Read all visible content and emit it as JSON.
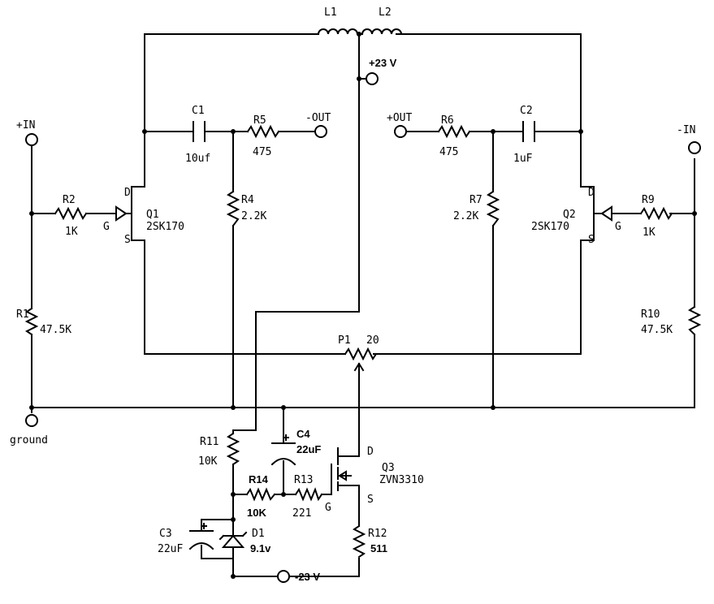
{
  "labels": {
    "in_plus": "+IN",
    "in_minus": "-IN",
    "ground": "ground",
    "out_minus": "-OUT",
    "out_plus": "+OUT",
    "vplus": "+23 V",
    "vminus": "-23 V",
    "L1": "L1",
    "L2": "L2",
    "C1": "C1",
    "C1_val": "10uf",
    "C2": "C2",
    "C2_val": "1uF",
    "R1": "R1",
    "R1_val": "47.5K",
    "R2": "R2",
    "R2_val": "1K",
    "R4": "R4",
    "R4_val": "2.2K",
    "R5": "R5",
    "R5_val": "475",
    "R6": "R6",
    "R6_val": "475",
    "R7": "R7",
    "R7_val": "2.2K",
    "R9": "R9",
    "R9_val": "1K",
    "R10": "R10",
    "R10_val": "47.5K",
    "R11": "R11",
    "R11_val": "10K",
    "R12": "R12",
    "R12_val": "511",
    "R13": "R13",
    "R13_val": "221",
    "R14": "R14",
    "R14_val": "10K",
    "C3": "C3",
    "C3_val": "22uF",
    "C4": "C4",
    "C4_val": "22uF",
    "D1": "D1",
    "D1_val": "9.1v",
    "P1": "P1",
    "P1_val": "20",
    "Q1": "Q1",
    "Q1_part": "2SK170",
    "Q2": "Q2",
    "Q2_part": "2SK170",
    "Q3": "Q3",
    "Q3_part": "ZVN3310",
    "pin_D": "D",
    "pin_G": "G",
    "pin_S": "S"
  }
}
